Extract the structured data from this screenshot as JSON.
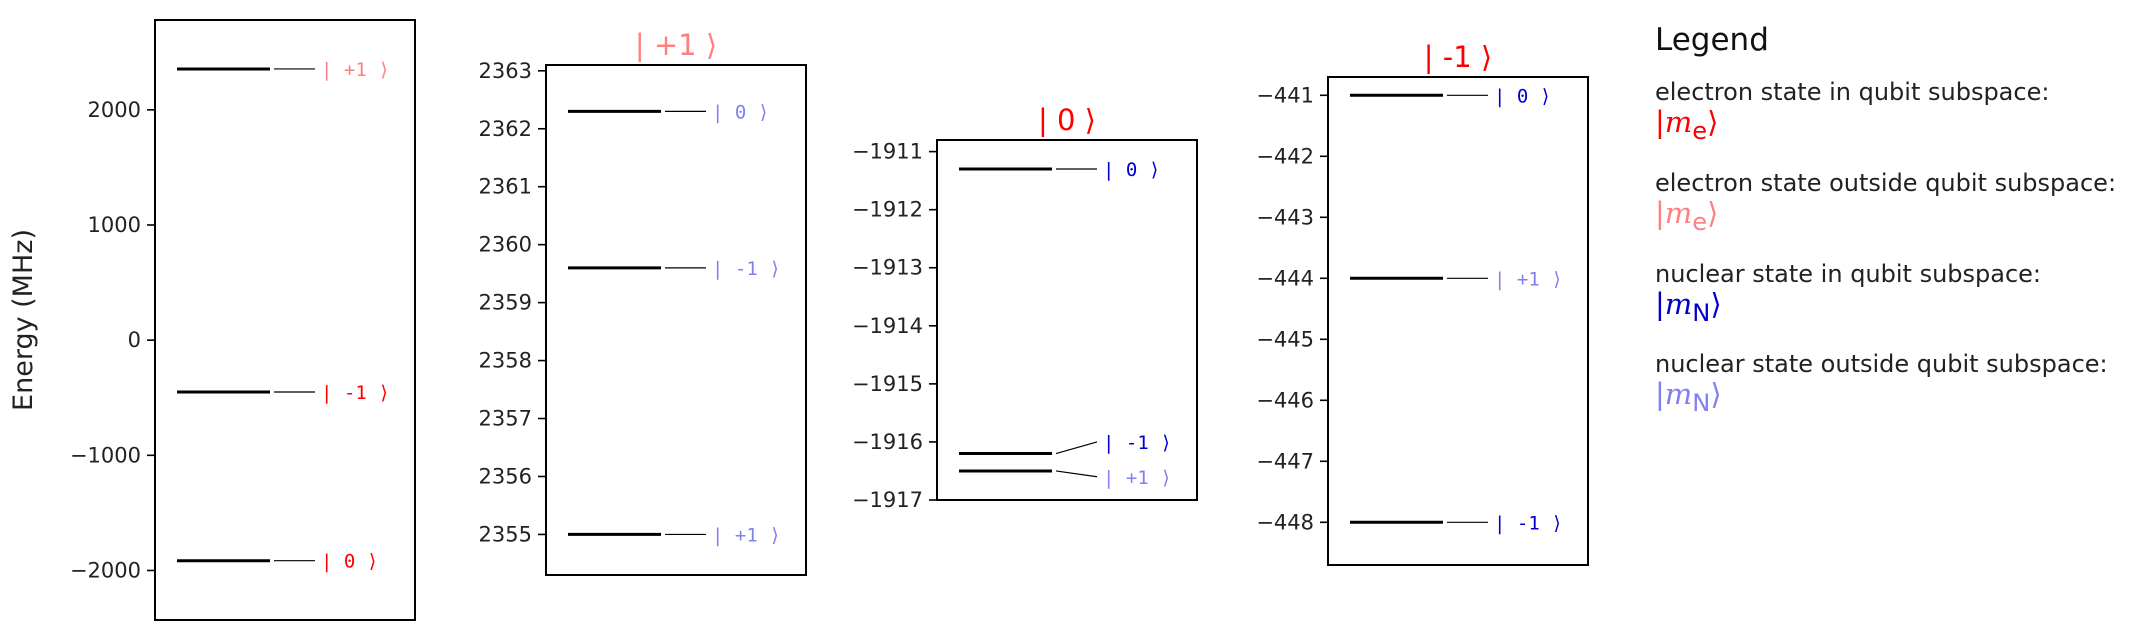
{
  "chart_data": [
    {
      "type": "energy-level",
      "title": "",
      "ylabel": "Energy (MHz)",
      "ylim": [
        -2430,
        2780
      ],
      "yticks": [
        2000,
        1000,
        0,
        -1000,
        -2000
      ],
      "ytick_labels": [
        "2000",
        "1000",
        "0",
        "−1000",
        "−2000"
      ],
      "levels": [
        {
          "energy": 2355,
          "label": "| +1 ⟩",
          "role": "electron-outside"
        },
        {
          "energy": -450,
          "label": "| -1 ⟩",
          "role": "electron-in"
        },
        {
          "energy": -1915,
          "label": "|  0 ⟩",
          "role": "electron-in"
        }
      ]
    },
    {
      "type": "energy-level",
      "title": "| +1 ⟩",
      "title_role": "electron-outside",
      "ylabel": "",
      "ylim": [
        2354.3,
        2363.1
      ],
      "yticks": [
        2363,
        2362,
        2361,
        2360,
        2359,
        2358,
        2357,
        2356,
        2355
      ],
      "ytick_labels": [
        "2363",
        "2362",
        "2361",
        "2360",
        "2359",
        "2358",
        "2357",
        "2356",
        "2355"
      ],
      "levels": [
        {
          "energy": 2362.3,
          "label": "|  0 ⟩",
          "role": "nuclear-outside"
        },
        {
          "energy": 2359.6,
          "label": "| -1 ⟩",
          "role": "nuclear-outside"
        },
        {
          "energy": 2355.0,
          "label": "| +1 ⟩",
          "role": "nuclear-outside"
        }
      ]
    },
    {
      "type": "energy-level",
      "title": "|  0 ⟩",
      "title_role": "electron-in",
      "ylabel": "",
      "ylim": [
        -1917.0,
        -1910.8
      ],
      "yticks": [
        -1911,
        -1912,
        -1913,
        -1914,
        -1915,
        -1916,
        -1917
      ],
      "ytick_labels": [
        "−1911",
        "−1912",
        "−1913",
        "−1914",
        "−1915",
        "−1916",
        "−1917"
      ],
      "levels": [
        {
          "energy": -1911.3,
          "label": "|  0 ⟩",
          "role": "nuclear-in",
          "label_energy": -1911.3
        },
        {
          "energy": -1916.2,
          "label": "| -1 ⟩",
          "role": "nuclear-in",
          "label_energy": -1916.0
        },
        {
          "energy": -1916.5,
          "label": "| +1 ⟩",
          "role": "nuclear-outside",
          "label_energy": -1916.6
        }
      ]
    },
    {
      "type": "energy-level",
      "title": "| -1 ⟩",
      "title_role": "electron-in",
      "ylabel": "",
      "ylim": [
        -448.7,
        -440.7
      ],
      "yticks": [
        -441,
        -442,
        -443,
        -444,
        -445,
        -446,
        -447,
        -448
      ],
      "ytick_labels": [
        "−441",
        "−442",
        "−443",
        "−444",
        "−445",
        "−446",
        "−447",
        "−448"
      ],
      "levels": [
        {
          "energy": -441.0,
          "label": "|  0 ⟩",
          "role": "nuclear-in"
        },
        {
          "energy": -444.0,
          "label": "| +1 ⟩",
          "role": "nuclear-outside"
        },
        {
          "energy": -448.0,
          "label": "| -1 ⟩",
          "role": "nuclear-in"
        }
      ]
    }
  ],
  "colors": {
    "electron-in": "#ff0000",
    "electron-outside": "#ff8080",
    "nuclear-in": "#0000cc",
    "nuclear-outside": "#8080ee",
    "level_line": "#000000",
    "text": "#222222"
  },
  "legend": {
    "title": "Legend",
    "entries": [
      {
        "text": "electron state in qubit subspace:",
        "symbol_var": "m",
        "symbol_sub": "e",
        "role": "electron-in"
      },
      {
        "text": "electron state outside qubit subspace:",
        "symbol_var": "m",
        "symbol_sub": "e",
        "role": "electron-outside"
      },
      {
        "text": "nuclear state in qubit subspace:",
        "symbol_var": "m",
        "symbol_sub": "N",
        "role": "nuclear-in"
      },
      {
        "text": "nuclear state outside qubit subspace:",
        "symbol_var": "m",
        "symbol_sub": "N",
        "role": "nuclear-outside"
      }
    ]
  }
}
